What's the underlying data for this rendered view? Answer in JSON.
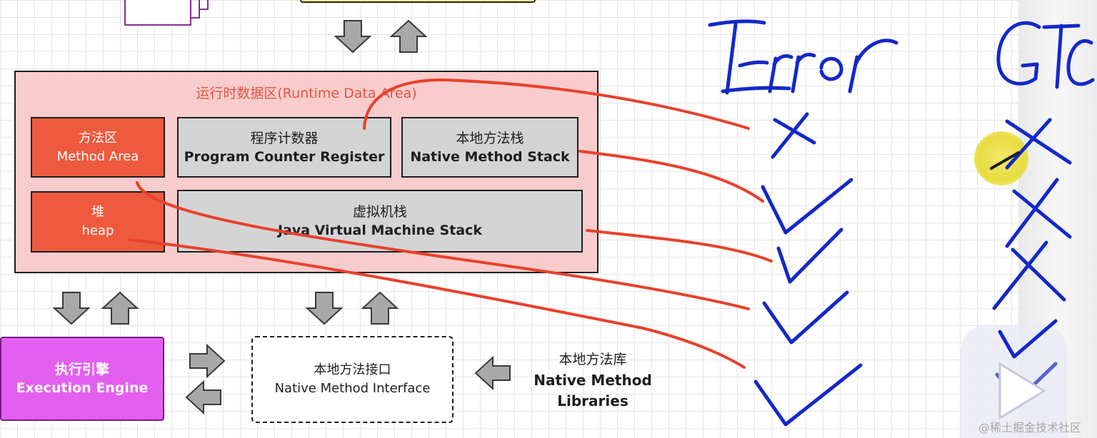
{
  "runtime_area": {
    "title": "运行时数据区(Runtime Data Area)"
  },
  "method_area": {
    "zh": "方法区",
    "en": "Method Area"
  },
  "pc_register": {
    "zh": "程序计数器",
    "en": "Program Counter Register"
  },
  "native_stack": {
    "zh": "本地方法栈",
    "en": "Native Method Stack"
  },
  "heap": {
    "zh": "堆",
    "en": "heap"
  },
  "jvm_stack": {
    "zh": "虚拟机栈",
    "en": "Java Virtual Machine Stack"
  },
  "execution_engine": {
    "zh": "执行引擎",
    "en": "Execution Engine"
  },
  "native_interface": {
    "zh": "本地方法接口",
    "en": "Native Method Interface"
  },
  "native_libraries": {
    "zh": "本地方法库",
    "en_line1": "Native Method",
    "en_line2": "Libraries"
  },
  "annotations": {
    "error": {
      "rows": [
        "×",
        "✓",
        "✓",
        "✓",
        "✓"
      ]
    },
    "gc": {
      "rows": [
        "×",
        "×",
        "×",
        "✓",
        "✓"
      ]
    }
  },
  "watermark": "@稀土掘金技术社区",
  "colors": {
    "runtime_fill": "#f8cccc",
    "red_box": "#ee5a3e",
    "gray_box": "#d4d4d4",
    "engine": "#e45ff0",
    "pen_red": "#e8412c",
    "pen_blue": "#1428c8"
  }
}
